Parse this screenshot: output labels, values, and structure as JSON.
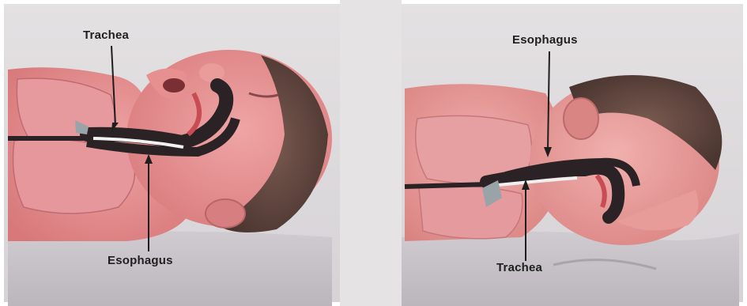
{
  "panels": [
    {
      "position": "left",
      "pose": "supine",
      "labels": {
        "top": "Trachea",
        "bottom": "Esophagus"
      }
    },
    {
      "position": "right",
      "pose": "prone",
      "labels": {
        "top": "Esophagus",
        "bottom": "Trachea"
      }
    }
  ]
}
